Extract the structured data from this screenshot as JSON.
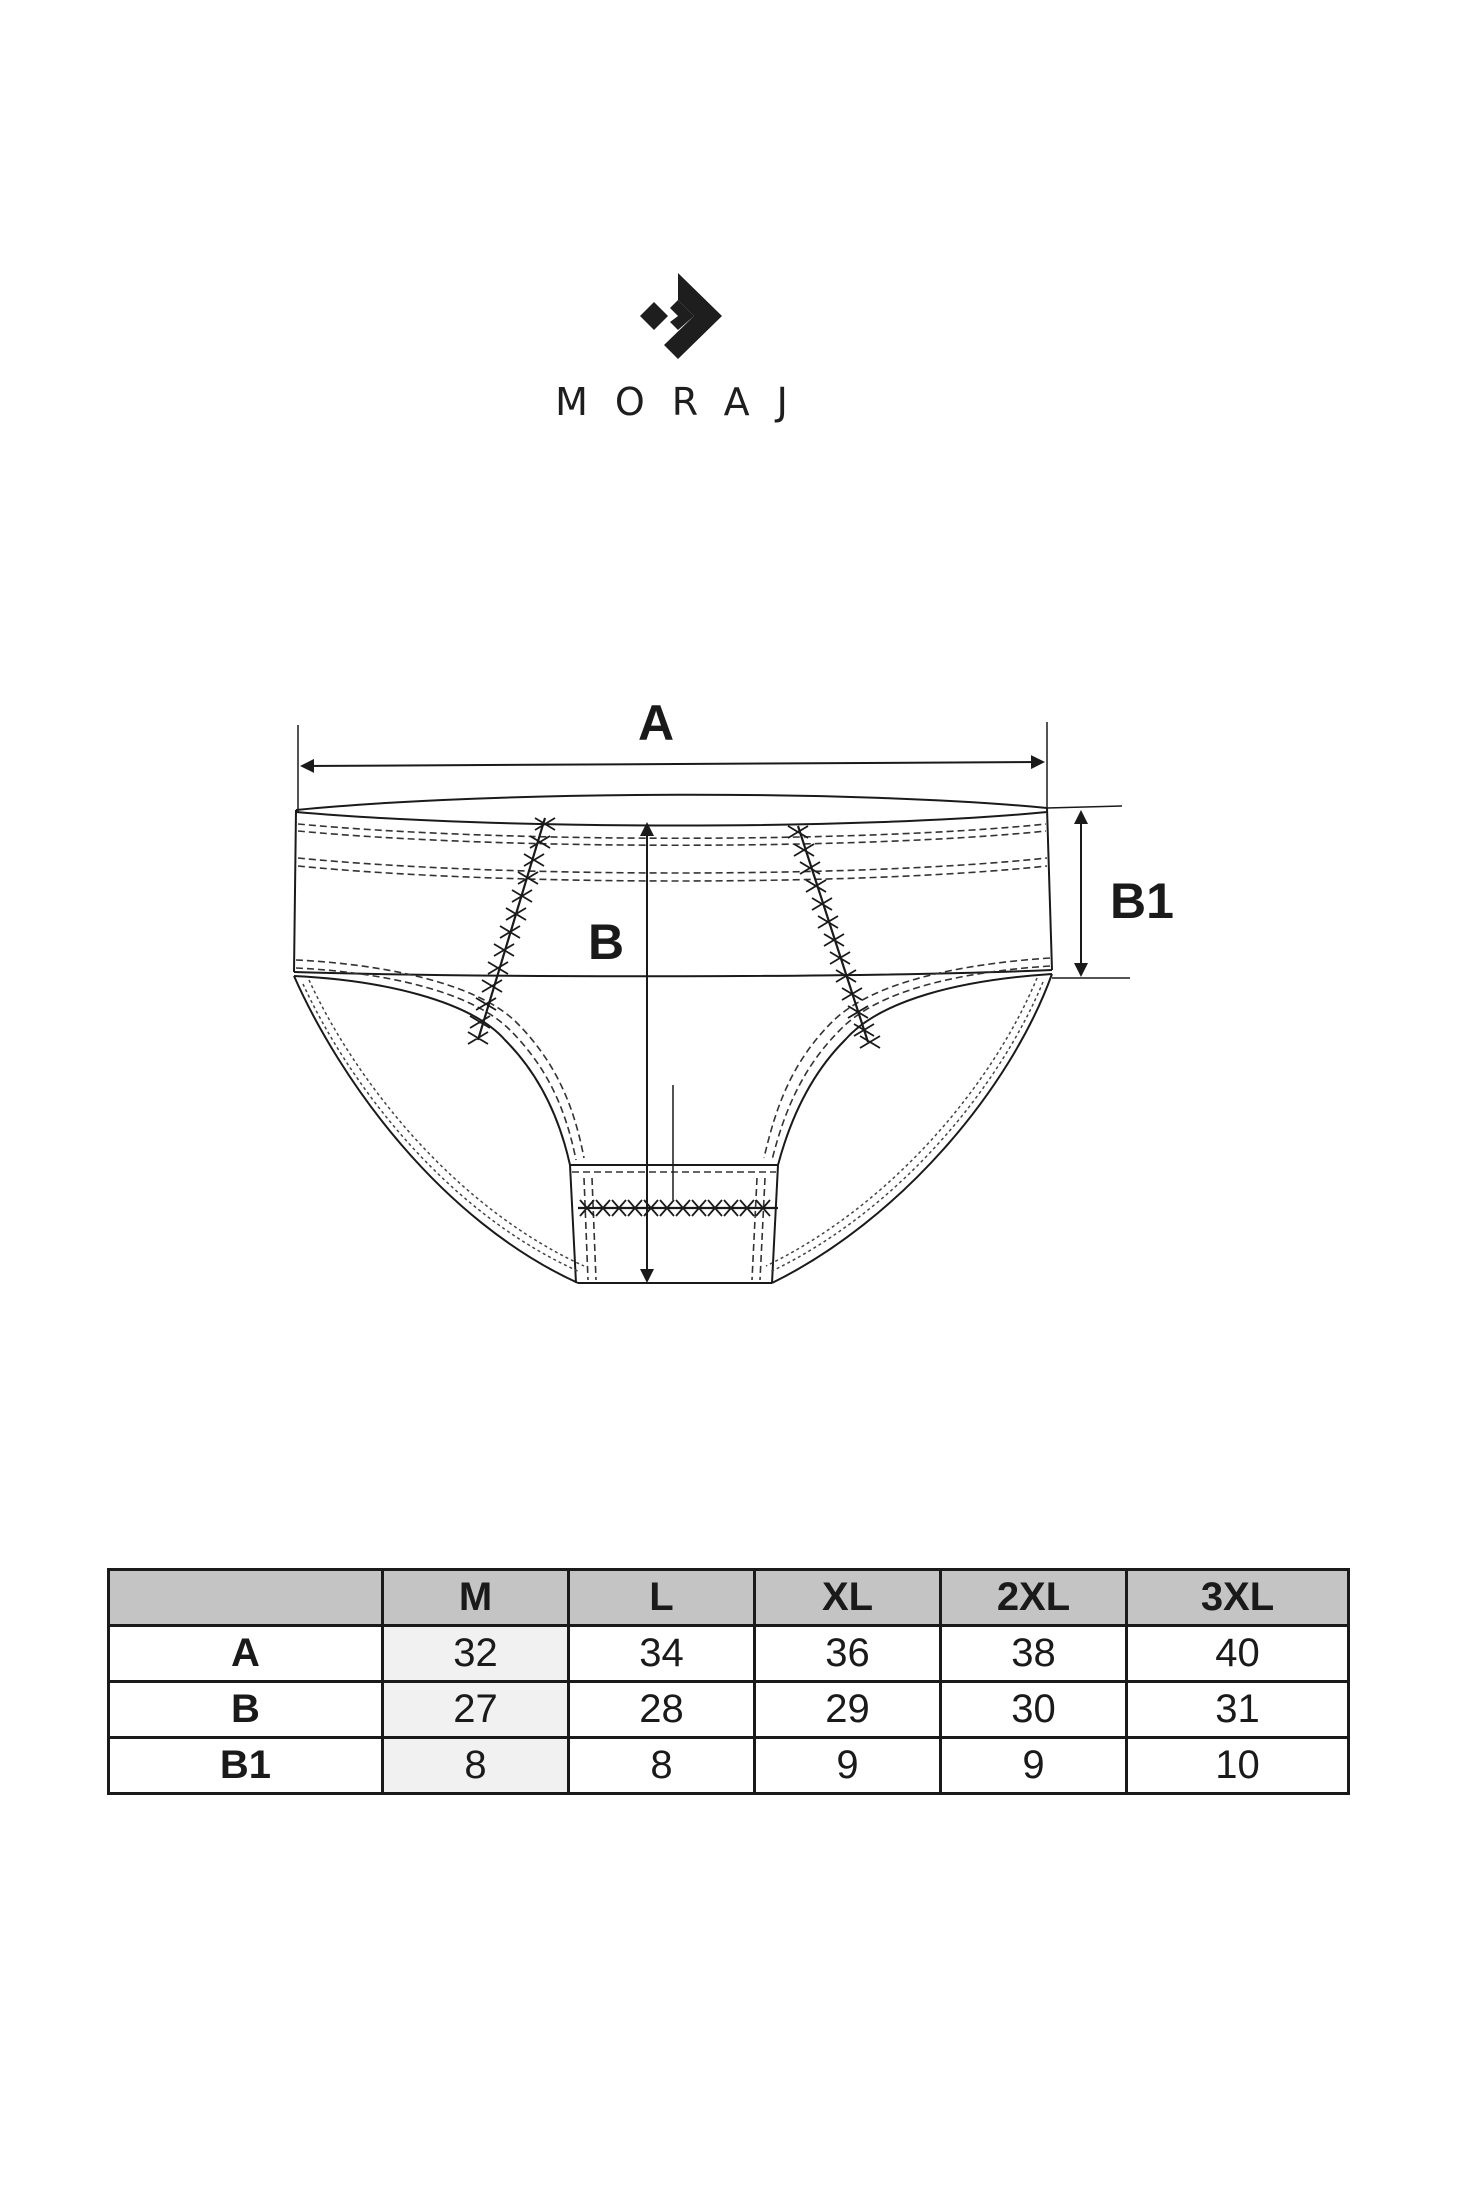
{
  "brand": {
    "name": "MORAJ",
    "logo_icon": "moraj-arrow-logo"
  },
  "diagram": {
    "icon": "briefs-technical-drawing",
    "labels": {
      "a": "A",
      "b": "B",
      "b1": "B1"
    }
  },
  "size_table": {
    "columns": [
      "",
      "M",
      "L",
      "XL",
      "2XL",
      "3XL"
    ],
    "rows": [
      {
        "label": "A",
        "values": [
          "32",
          "34",
          "36",
          "38",
          "40"
        ]
      },
      {
        "label": "B",
        "values": [
          "27",
          "28",
          "29",
          "30",
          "31"
        ]
      },
      {
        "label": "B1",
        "values": [
          "8",
          "8",
          "9",
          "9",
          "10"
        ]
      }
    ],
    "header_color": "#c4c4c4",
    "highlight_color": "#f1f1f1"
  }
}
